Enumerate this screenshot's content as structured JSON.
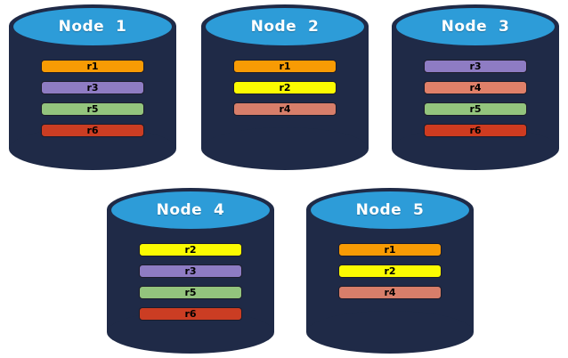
{
  "palette": {
    "canvas_background": "#FFFFFF",
    "cylinder_body": "#1F2A47",
    "cylinder_top_face": "#2D9CD8",
    "replica_colors": {
      "r1": "#F89B04",
      "r2": "#FBFB01",
      "r3": "#8E7CC3",
      "r4": "#D77E6A",
      "r5": "#93C47D",
      "r6": "#CB3D23"
    }
  },
  "nodes": [
    {
      "title": "Node  1",
      "replicas": [
        {
          "label": "r1",
          "color": "#F89B04"
        },
        {
          "label": "r3",
          "color": "#8E7CC3"
        },
        {
          "label": "r5",
          "color": "#93C47D"
        },
        {
          "label": "r6",
          "color": "#CB3D23"
        }
      ]
    },
    {
      "title": "Node  2",
      "replicas": [
        {
          "label": "r1",
          "color": "#F89B04"
        },
        {
          "label": "r2",
          "color": "#FBFB01"
        },
        {
          "label": "r4",
          "color": "#D77E6A"
        }
      ]
    },
    {
      "title": "Node  3",
      "replicas": [
        {
          "label": "r3",
          "color": "#8E7CC3"
        },
        {
          "label": "r4",
          "color": "#E08069"
        },
        {
          "label": "r5",
          "color": "#93C47D"
        },
        {
          "label": "r6",
          "color": "#CE3B20"
        }
      ]
    },
    {
      "title": "Node  4",
      "replicas": [
        {
          "label": "r2",
          "color": "#FBFB01"
        },
        {
          "label": "r3",
          "color": "#8E7CC3"
        },
        {
          "label": "r5",
          "color": "#93C47D"
        },
        {
          "label": "r6",
          "color": "#CB3D23"
        }
      ]
    },
    {
      "title": "Node  5",
      "replicas": [
        {
          "label": "r1",
          "color": "#F89B04"
        },
        {
          "label": "r2",
          "color": "#FBFB01"
        },
        {
          "label": "r4",
          "color": "#D77E6A"
        }
      ]
    }
  ]
}
